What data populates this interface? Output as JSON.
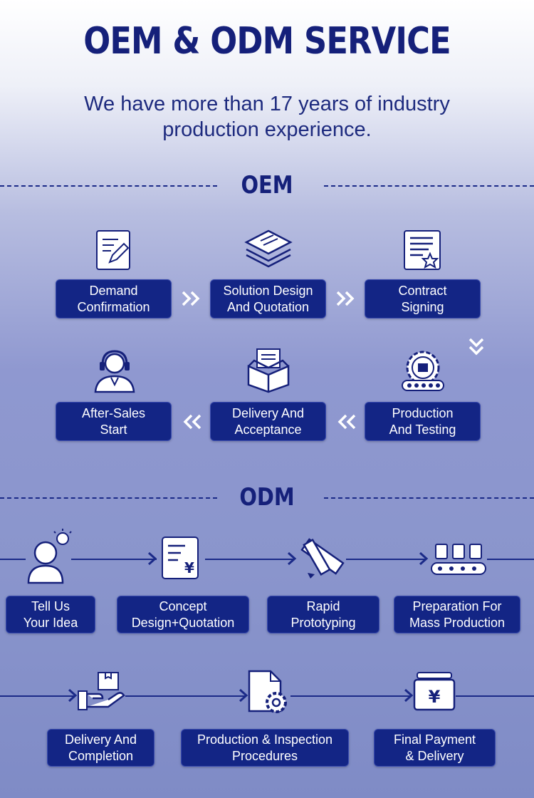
{
  "title": "OEM & ODM SERVICE",
  "subtitle": "We have more than 17 years of industry\nproduction experience.",
  "oem": {
    "heading": "OEM",
    "steps": [
      {
        "label": "Demand\nConfirmation",
        "icon": "form-edit-icon"
      },
      {
        "label": "Solution Design\nAnd Quotation",
        "icon": "document-stack-icon"
      },
      {
        "label": "Contract\nSigning",
        "icon": "contract-seal-icon"
      },
      {
        "label": "Production\nAnd Testing",
        "icon": "production-gear-icon"
      },
      {
        "label": "Delivery And\nAcceptance",
        "icon": "open-box-icon"
      },
      {
        "label": "After-Sales\nStart",
        "icon": "customer-service-icon"
      }
    ]
  },
  "odm": {
    "heading": "ODM",
    "steps": [
      {
        "label": "Tell Us\nYour Idea",
        "icon": "idea-person-icon"
      },
      {
        "label": "Concept\nDesign+Quotation",
        "icon": "quotation-yen-icon"
      },
      {
        "label": "Rapid\nPrototyping",
        "icon": "ruler-pencil-icon"
      },
      {
        "label": "Preparation For\nMass Production",
        "icon": "conveyor-icon"
      },
      {
        "label": "Delivery And\nCompletion",
        "icon": "hand-box-icon"
      },
      {
        "label": "Production & Inspection\nProcedures",
        "icon": "file-gear-icon"
      },
      {
        "label": "Final Payment\n& Delivery",
        "icon": "payment-yen-icon"
      }
    ]
  },
  "colors": {
    "accent": "#132585",
    "heading": "#15207a",
    "line": "#1b2a88"
  }
}
